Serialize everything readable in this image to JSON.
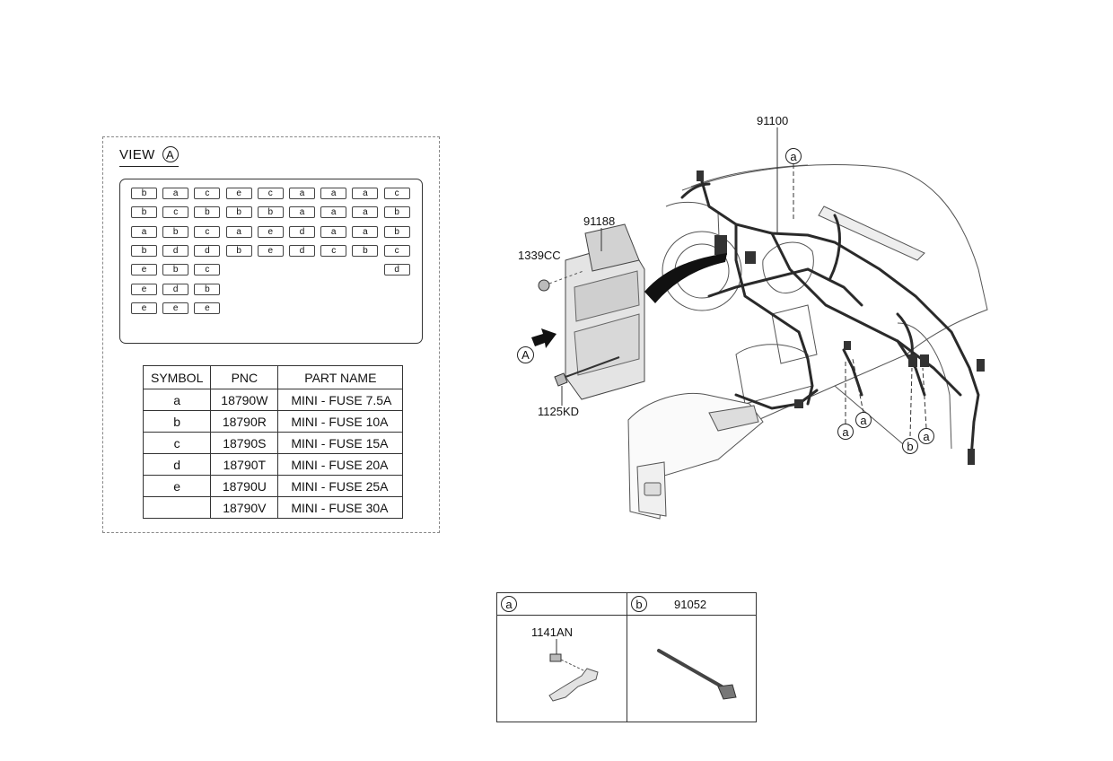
{
  "view": {
    "title": "VIEW",
    "letter": "A",
    "fuse_rows": [
      [
        "b",
        "a",
        "c",
        "e",
        "c",
        "a",
        "a",
        "a",
        "c"
      ],
      [
        "b",
        "c",
        "b",
        "b",
        "b",
        "a",
        "a",
        "a",
        "b"
      ],
      [
        "a",
        "b",
        "c",
        "a",
        "e",
        "d",
        "a",
        "a",
        "b"
      ],
      [
        "b",
        "d",
        "d",
        "b",
        "e",
        "d",
        "c",
        "b",
        "c"
      ],
      [
        "e",
        "b",
        "c",
        "",
        "",
        "",
        "",
        "",
        "d"
      ],
      [
        "e",
        "d",
        "b",
        "",
        "",
        "",
        "",
        "",
        ""
      ],
      [
        "e",
        "e",
        "e",
        "",
        "",
        "",
        "",
        "",
        ""
      ]
    ]
  },
  "table": {
    "headers": [
      "SYMBOL",
      "PNC",
      "PART NAME"
    ],
    "rows": [
      [
        "a",
        "18790W",
        "MINI - FUSE 7.5A"
      ],
      [
        "b",
        "18790R",
        "MINI - FUSE 10A"
      ],
      [
        "c",
        "18790S",
        "MINI - FUSE 15A"
      ],
      [
        "d",
        "18790T",
        "MINI - FUSE 20A"
      ],
      [
        "e",
        "18790U",
        "MINI - FUSE 25A"
      ],
      [
        "",
        "18790V",
        "MINI - FUSE 30A"
      ]
    ]
  },
  "labels": {
    "harness": "91100",
    "junction_box": "91188",
    "nut": "1339CC",
    "bolt": "1125KD",
    "view_marker": "A",
    "callout_a": "a",
    "callout_b": "b"
  },
  "detail": {
    "a_symbol": "a",
    "a_part": "1141AN",
    "b_symbol": "b",
    "b_part": "91052"
  },
  "colors": {
    "line": "#333333",
    "body_fill": "#e6e6e6",
    "harness": "#2a2a2a"
  }
}
